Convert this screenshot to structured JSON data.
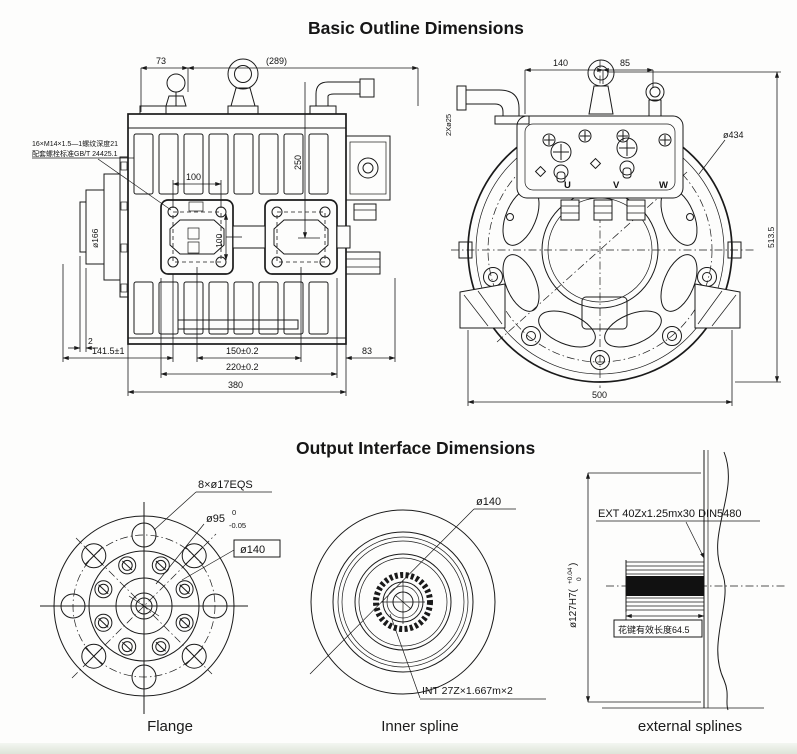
{
  "page": {
    "title1": "Basic Outline Dimensions",
    "title2": "Output Interface Dimensions",
    "ink": "#1a1a1a"
  },
  "side_view": {
    "dims": {
      "d73": "73",
      "d289": "(289)",
      "d250": "250",
      "d100_top": "100",
      "d100_mid": "100",
      "d141": "141.5±1",
      "d150": "150±0.2",
      "d220": "220±0.2",
      "d380": "380",
      "d83": "83",
      "shaft_dia": "ø166",
      "shaft_step": "2"
    },
    "notes": {
      "line1": "16×M14×1.5—1螺纹深度21",
      "line2": "配套螺栓标准GB/T 24425.1"
    }
  },
  "front_view": {
    "dims": {
      "d140": "140",
      "d85": "85",
      "inlet": "2Xø25",
      "dia": "ø434",
      "height": "513.5",
      "width": "500"
    },
    "terminals": [
      "U",
      "V",
      "W"
    ]
  },
  "flange_view": {
    "labels": {
      "holes": "8×ø17EQS",
      "pilot": "ø95",
      "pilot_tol_up": "0",
      "pilot_tol_dn": "-0.05",
      "outer": "ø140"
    },
    "caption": "Flange"
  },
  "inner_spline_view": {
    "labels": {
      "dia": "ø140",
      "spline": "INT 27Z×1.667m×2"
    },
    "caption": "Inner spline"
  },
  "external_spline_view": {
    "labels": {
      "spline": "EXT 40Zx1.25mx30 DIN5480",
      "bore_main": "ø127H7(",
      "bore_up": "+0.04",
      "bore_dn": "0",
      "bore_close": ")",
      "length": "花键有效长度64.5"
    },
    "caption": "external splines"
  }
}
